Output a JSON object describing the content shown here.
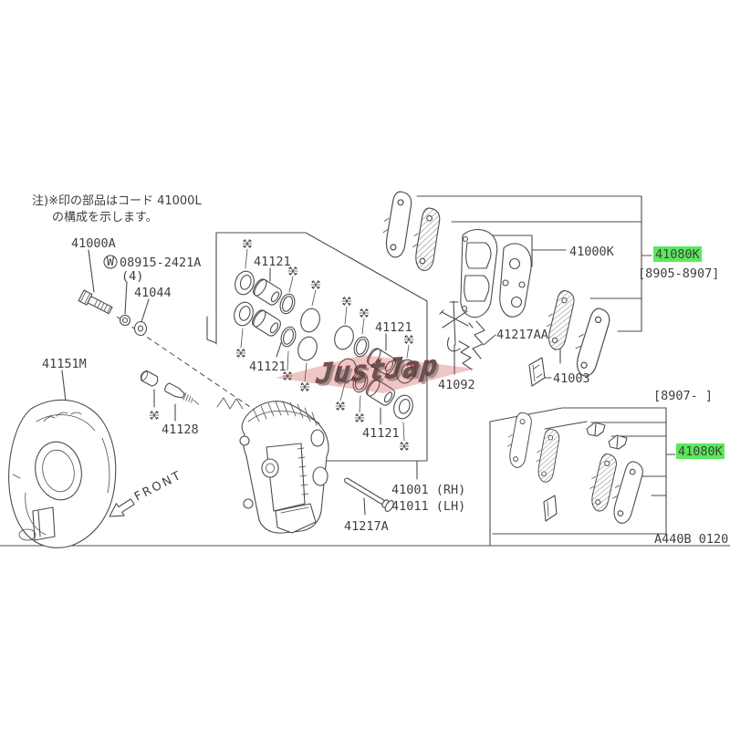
{
  "note": {
    "line1": "注)※印の部品はコード 41000L",
    "line2": "の構成を示します。"
  },
  "parts": {
    "mount_bolt": "41000A",
    "washer_circle_mark": "W",
    "washer_lock": "08915-2421A",
    "washer_lock_qty": "(4)",
    "washer_plain": "41044",
    "splash_shield": "41151M",
    "piston_seal": "41121",
    "bleeder_valve": "41128",
    "torque_member": "41092",
    "pad_retainer": "41217AA",
    "pad_kit": "41000K",
    "hardware_kit": "41080K",
    "range_early": "[8905-8907]",
    "range_late": "[8907-   ]",
    "shim": "41003",
    "caliper_rh": "41001 (RH)",
    "caliper_lh": "41011 (LH)",
    "pin_bolt": "41217A",
    "reference_mark": "※",
    "front_label": "FRONT",
    "diagram_code": "A440B 0120"
  },
  "watermark": {
    "text": "JustJap"
  },
  "colors": {
    "highlight_green": "#5ce85c",
    "line": "#4c4c4c",
    "watermark_red": "#c84040"
  }
}
